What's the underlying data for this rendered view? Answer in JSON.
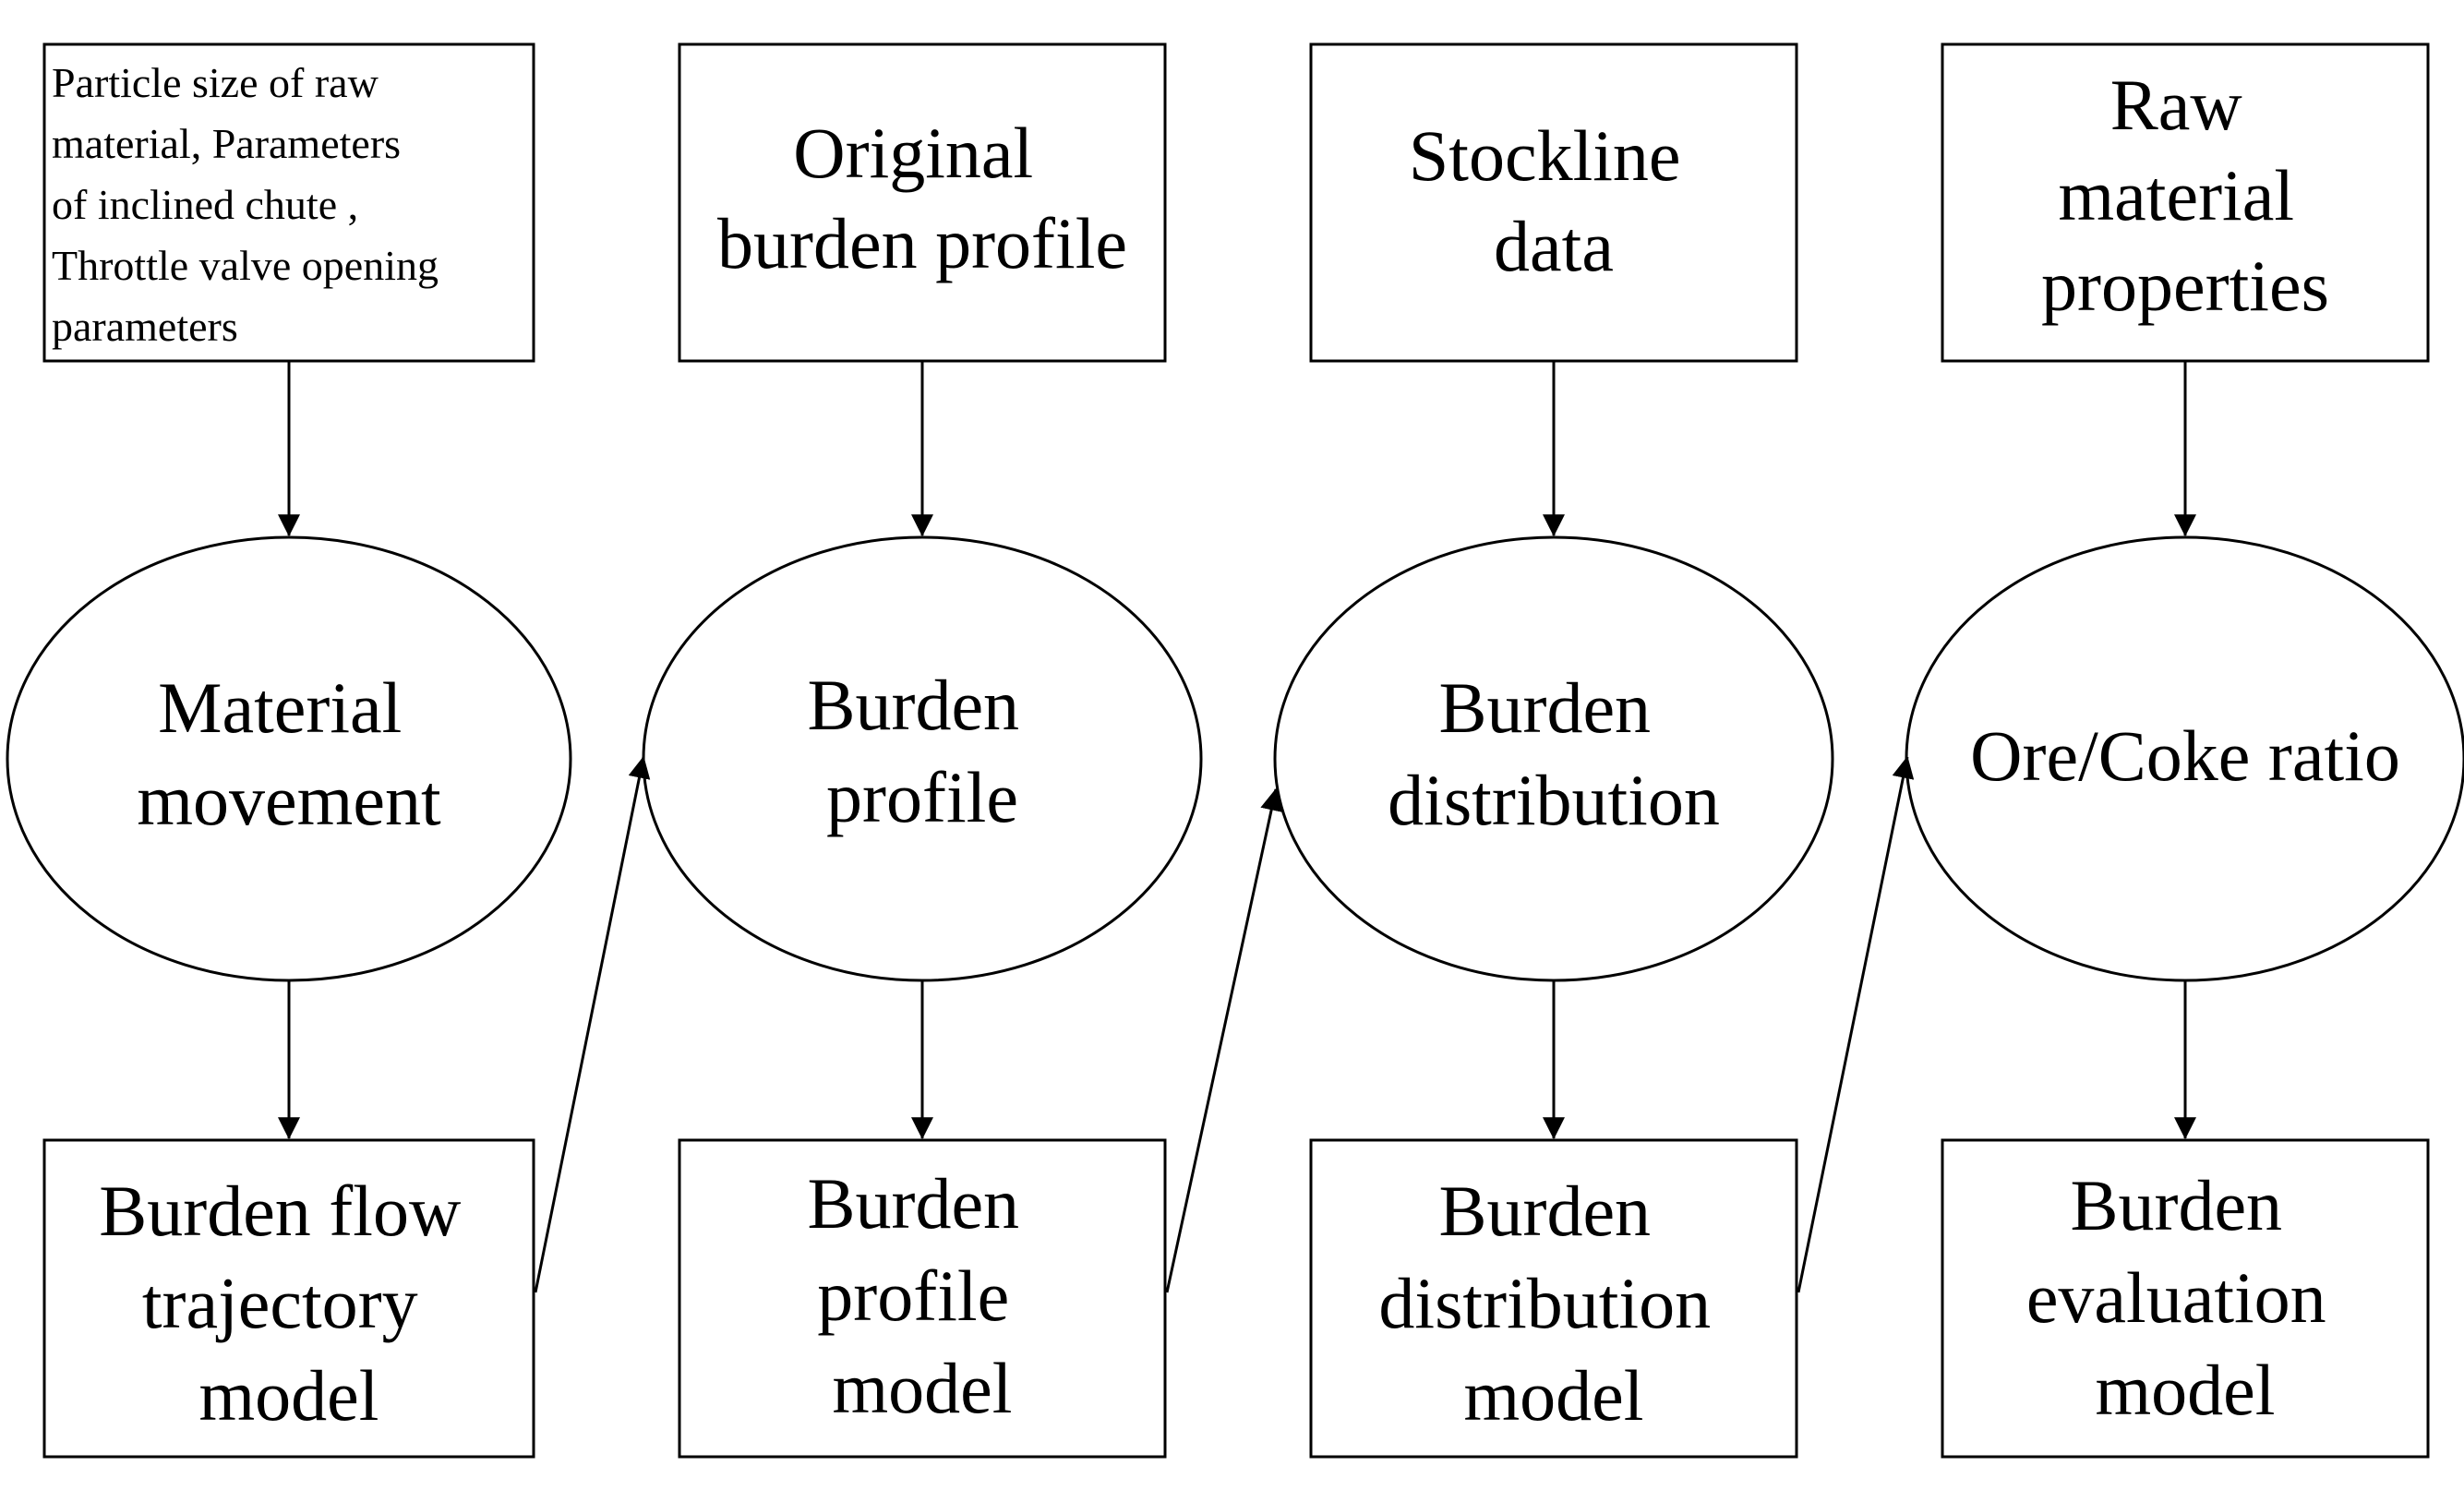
{
  "diagram": {
    "inputs": [
      {
        "id": "input-1",
        "lines": [
          "Particle size of raw",
          "material, Parameters",
          "of inclined chute ,",
          "Throttle valve opening",
          "parameters"
        ]
      },
      {
        "id": "input-2",
        "lines": [
          "Original",
          "burden profile"
        ]
      },
      {
        "id": "input-3",
        "lines": [
          "Stockline",
          "data"
        ]
      },
      {
        "id": "input-4",
        "lines": [
          "Raw",
          "material",
          "properties"
        ]
      }
    ],
    "processes": [
      {
        "id": "process-1",
        "lines": [
          "Material",
          "movement"
        ]
      },
      {
        "id": "process-2",
        "lines": [
          "Burden",
          "profile"
        ]
      },
      {
        "id": "process-3",
        "lines": [
          "Burden",
          "distribution"
        ]
      },
      {
        "id": "process-4",
        "lines": [
          "Ore/Coke ratio"
        ]
      }
    ],
    "models": [
      {
        "id": "model-1",
        "lines": [
          "Burden flow",
          "trajectory",
          "model"
        ]
      },
      {
        "id": "model-2",
        "lines": [
          "Burden",
          "profile",
          "model"
        ]
      },
      {
        "id": "model-3",
        "lines": [
          "Burden",
          "distribution",
          "model"
        ]
      },
      {
        "id": "model-4",
        "lines": [
          "Burden",
          "evaluation",
          "model"
        ]
      }
    ],
    "colors": {
      "stroke": "#000000",
      "fill": "#ffffff",
      "text": "#000000"
    }
  }
}
